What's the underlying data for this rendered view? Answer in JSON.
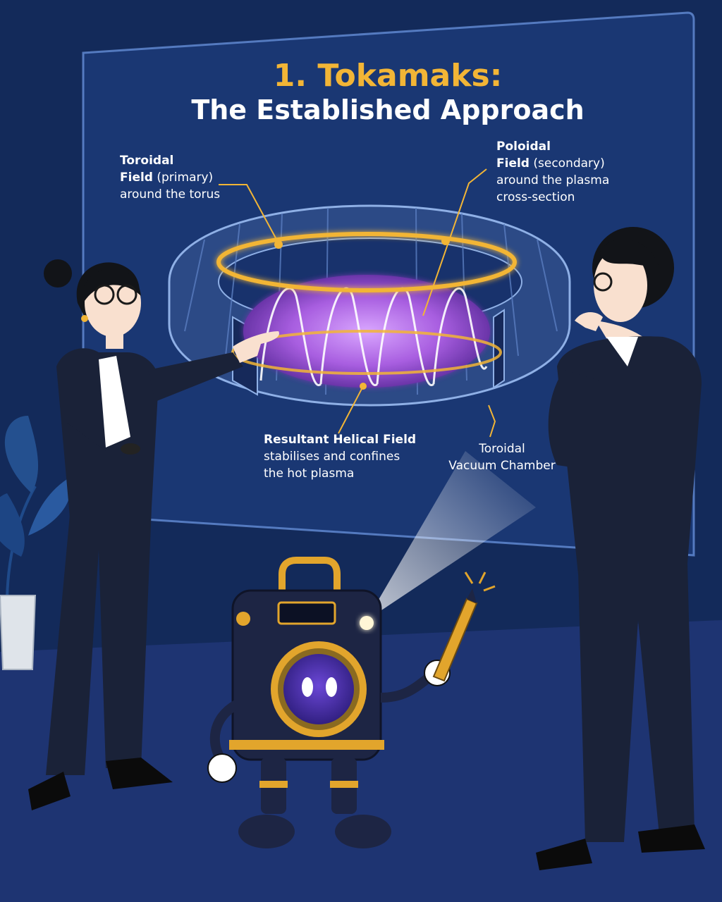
{
  "title": {
    "line1": "1. Tokamaks:",
    "line2": "The Established Approach"
  },
  "labels": {
    "toroidal_field": {
      "line1": "Toroidal",
      "line2_bold": "Field",
      "line2_rest": " (primary)",
      "line3": "around the torus"
    },
    "poloidal_field": {
      "line1": "Poloidal",
      "line2_bold": "Field",
      "line2_rest": " (secondary)",
      "line3": "around the plasma",
      "line4": "cross-section"
    },
    "helical_field": {
      "line1": "Resultant Helical Field",
      "line2": "stabilises and confines",
      "line3": "the hot plasma"
    },
    "vacuum_chamber": {
      "line1": "Toroidal",
      "line2": "Vacuum Chamber"
    }
  },
  "colors": {
    "background": "#132a5a",
    "panel": "#1c3a78",
    "accent_gold": "#f2b536",
    "plasma_purple": "#b06de0",
    "suit_navy": "#1a2238"
  },
  "icons": {
    "robot": "projector-robot-icon",
    "pen": "pen-icon",
    "plant": "potted-plant-icon"
  }
}
